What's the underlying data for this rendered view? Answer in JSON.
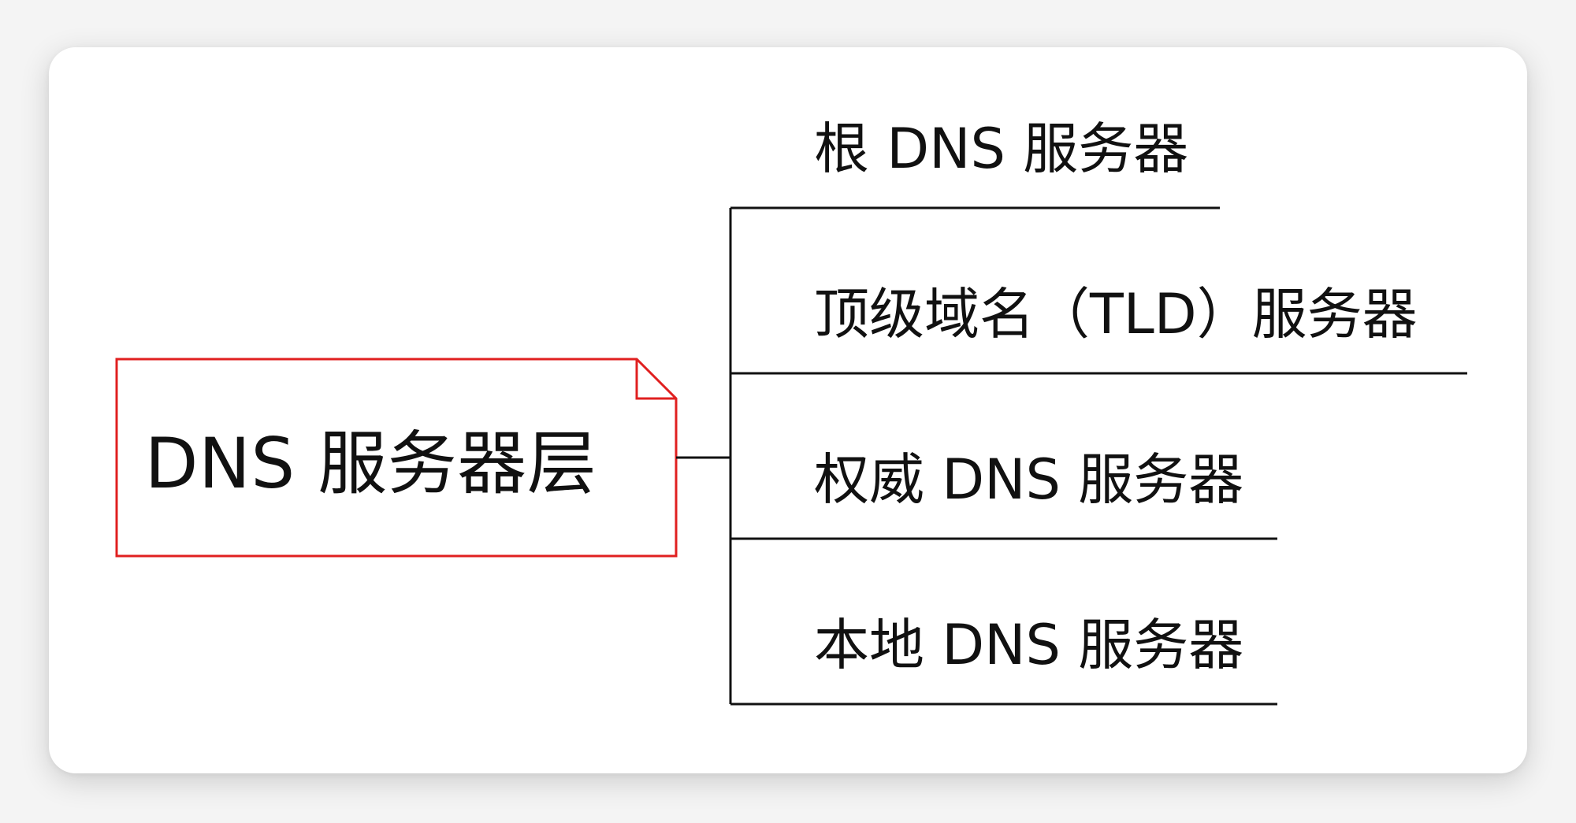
{
  "diagram": {
    "root": {
      "label": "DNS 服务器层",
      "border_color": "#e02020"
    },
    "branches": [
      {
        "label": "根 DNS 服务器"
      },
      {
        "label": "顶级域名（TLD）服务器"
      },
      {
        "label": "权威 DNS 服务器"
      },
      {
        "label": "本地 DNS 服务器"
      }
    ],
    "line_color": "#111111"
  }
}
